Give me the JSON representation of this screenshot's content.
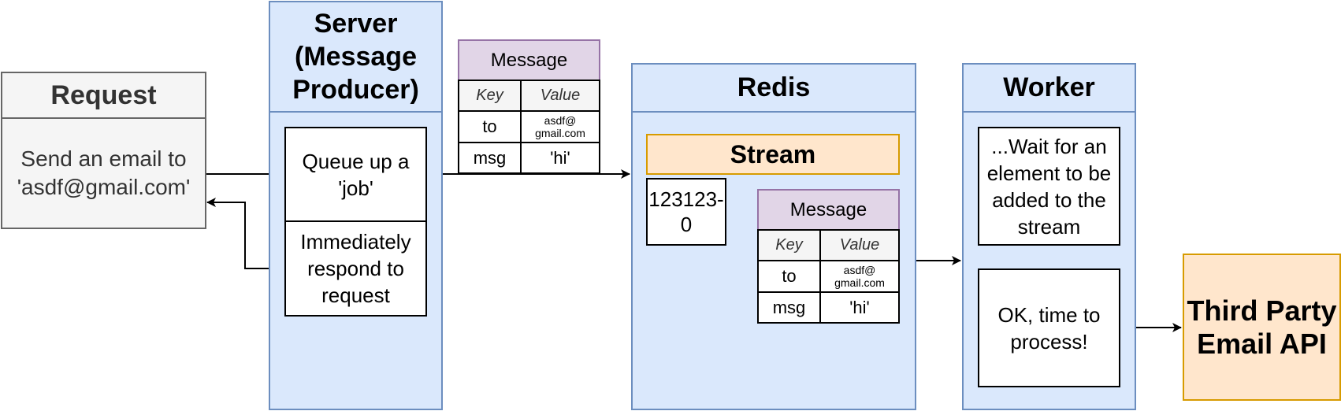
{
  "request": {
    "title": "Request",
    "body": "Send an email to 'asdf@gmail.com'"
  },
  "server": {
    "title": "Server (Message Producer)",
    "queue_step": "Queue up a 'job'",
    "respond_step": "Immediately respond to request"
  },
  "message_in_transit": {
    "title": "Message",
    "col_key": "Key",
    "col_value": "Value",
    "rows": [
      {
        "key": "to",
        "value": "asdf@ gmail.com"
      },
      {
        "key": "msg",
        "value": "'hi'"
      }
    ]
  },
  "redis": {
    "title": "Redis",
    "stream_label": "Stream",
    "entry_id": "123123-0",
    "message": {
      "title": "Message",
      "col_key": "Key",
      "col_value": "Value",
      "rows": [
        {
          "key": "to",
          "value": "asdf@ gmail.com"
        },
        {
          "key": "msg",
          "value": "'hi'"
        }
      ]
    }
  },
  "worker": {
    "title": "Worker",
    "wait_step": "...Wait for an element to be added to the stream",
    "process_step": "OK, time to process!"
  },
  "third_party": {
    "label": "Third Party Email API"
  },
  "colors": {
    "blue_fill": "#dae8fc",
    "blue_stroke": "#6c8ebf",
    "purple_fill": "#e1d5e7",
    "purple_stroke": "#9673a6",
    "orange_fill": "#ffe6cc",
    "orange_stroke": "#d79b00",
    "gray_fill": "#f5f5f5",
    "gray_stroke": "#666666"
  }
}
